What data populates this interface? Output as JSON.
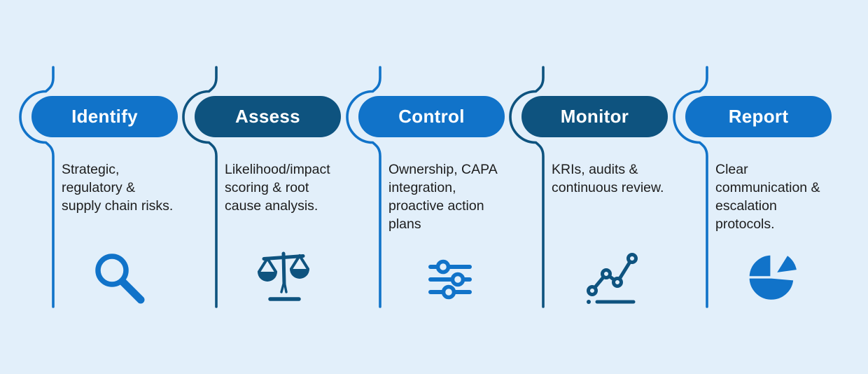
{
  "diagram": {
    "name": "Risk management process",
    "colors": {
      "background": "#e2effa",
      "accent_blue": "#1173c9",
      "accent_navy": "#0e537f",
      "body_text": "#1d1d1d",
      "pill_label_text": "#ffffff"
    },
    "steps": [
      {
        "label": "Identify",
        "description": "Strategic,\nregulatory &\nsupply chain risks.",
        "icon": "magnifier-icon",
        "theme": "blue"
      },
      {
        "label": "Assess",
        "description": "Likelihood/impact\nscoring & root\ncause analysis.",
        "icon": "balance-scale-icon",
        "theme": "navy"
      },
      {
        "label": "Control",
        "description": "Ownership, CAPA\nintegration,\nproactive action\nplans",
        "icon": "sliders-icon",
        "theme": "blue"
      },
      {
        "label": "Monitor",
        "description": "KRIs, audits &\ncontinuous review.",
        "icon": "trend-line-chart-icon",
        "theme": "navy"
      },
      {
        "label": "Report",
        "description": "Clear\ncommunication &\nescalation\nprotocols.",
        "icon": "pie-chart-icon",
        "theme": "blue"
      }
    ]
  }
}
